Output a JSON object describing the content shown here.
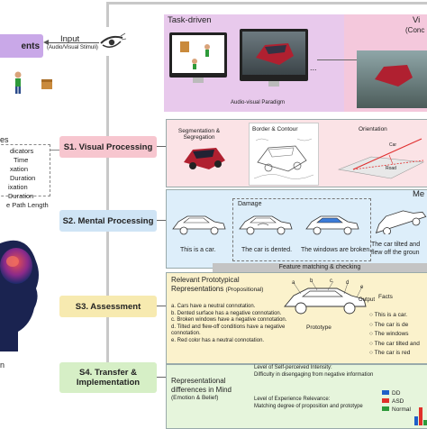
{
  "left": {
    "stimuli_box": "ents",
    "input_label": "Input",
    "input_sub": "(Audio/Visual Stimuli)",
    "indicators_title": "es",
    "indicators": [
      "dicators",
      "Time",
      "xation Duration",
      "ixation Duration",
      "e Path Length"
    ],
    "bottom_label": "n"
  },
  "stages": [
    {
      "label": "S1. Visual Processing"
    },
    {
      "label": "S2. Mental Processing"
    },
    {
      "label": "S3. Assessment"
    },
    {
      "label": "S4. Transfer & Implementation"
    }
  ],
  "task": {
    "title": "Task-driven",
    "caption": "Audio-visual Paradigm",
    "ellipsis": "...",
    "right_title": "Vi",
    "right_sub": "(Conc"
  },
  "visual": {
    "seg": "Segmentation & Segregation",
    "border": "Border & Contour",
    "orientation": "Orientation",
    "car_label": "Car",
    "road_label": "Road"
  },
  "mental": {
    "me_label": "Me",
    "damage": "Damage",
    "captions": [
      "This is a car.",
      "The car is dented.",
      "The windows are broken.",
      "The car tilted and flew off the groun"
    ],
    "feature_bar": "Feature matching & checking"
  },
  "assessment": {
    "title": "Relevant Prototypical Representations",
    "title_sub": "(Propositional)",
    "items": [
      "a. Cars have a neutral connotation.",
      "b. Dented surface has a negative connotation.",
      "c. Broken windows have a negative connotation.",
      "d. Tilted and flew-off conditions have a negative connotation.",
      "e. Red color has a neutral connotation."
    ],
    "letters": [
      "a",
      "b",
      "c",
      "d",
      "e"
    ],
    "prototype": "Prototype",
    "output": "Output",
    "facts_title": "Facts",
    "facts": [
      "This is a car.",
      "The car is de",
      "The windows",
      "The car tilted and",
      "The car is red"
    ]
  },
  "transfer": {
    "title": "Representational differences in Mind",
    "title_sub": "(Emotion & Belief)",
    "level1_title": "Level of Self-perceived Intensity:",
    "level1_desc": "Difficulty in disengaging from negative information",
    "level2_title": "Level of Experience Relevance:",
    "level2_desc": "Matching degree of proposition and prototype",
    "legend": [
      {
        "label": "DD",
        "color": "#1f5fc8"
      },
      {
        "label": "ASD",
        "color": "#e0302a"
      },
      {
        "label": "Normal",
        "color": "#2e9a3a"
      }
    ]
  },
  "colors": {
    "s1": "#f7c6cf",
    "s2": "#cfe4f5",
    "s3": "#f7eab0",
    "s4": "#d6efc6",
    "stimuli": "#c9a8e8",
    "task": "#e8c9ec",
    "visual_panel": "#fbe3e6",
    "mental_panel": "#ddeefa",
    "assess_panel": "#fbf2cc",
    "transfer_panel": "#e6f5dc"
  }
}
